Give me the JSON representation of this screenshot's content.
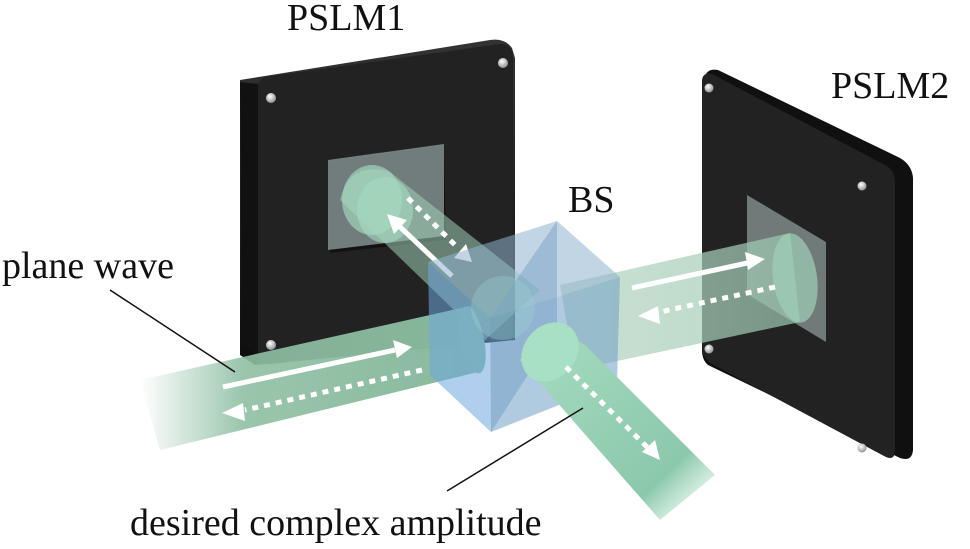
{
  "diagram": {
    "title": "Dual phase-only SLM complex amplitude modulation setup",
    "components": [
      {
        "id": "pslm1",
        "label": "PSLM1",
        "type": "phase-only spatial light modulator"
      },
      {
        "id": "pslm2",
        "label": "PSLM2",
        "type": "phase-only spatial light modulator"
      },
      {
        "id": "bs",
        "label": "BS",
        "type": "beam splitter cube"
      }
    ],
    "beams": [
      {
        "id": "input",
        "label": "plane wave",
        "from": "left",
        "to": "bs",
        "arrows": [
          "solid forward",
          "dotted backward"
        ]
      },
      {
        "id": "arm1",
        "from": "bs",
        "to": "pslm1",
        "arrows": [
          "solid toward PSLM1",
          "dotted toward BS"
        ]
      },
      {
        "id": "arm2",
        "from": "bs",
        "to": "pslm2",
        "arrows": [
          "solid toward PSLM2",
          "dotted toward BS"
        ]
      },
      {
        "id": "output",
        "label": "desired complex amplitude",
        "from": "bs",
        "to": "bottom-right",
        "arrows": [
          "dotted outward"
        ]
      }
    ],
    "colors": {
      "slm_body": "#222222",
      "slm_edge": "#111111",
      "slm_screen": "#7c8a88",
      "beam": "#8fbfa3",
      "beam_light": "#a8e0c4",
      "cube": "#7fb0e0",
      "arrow": "#ffffff",
      "text": "#111111"
    }
  },
  "labels": {
    "pslm1": "PSLM1",
    "pslm2": "PSLM2",
    "bs": "BS",
    "plane_wave": "plane wave",
    "output": "desired complex amplitude"
  }
}
